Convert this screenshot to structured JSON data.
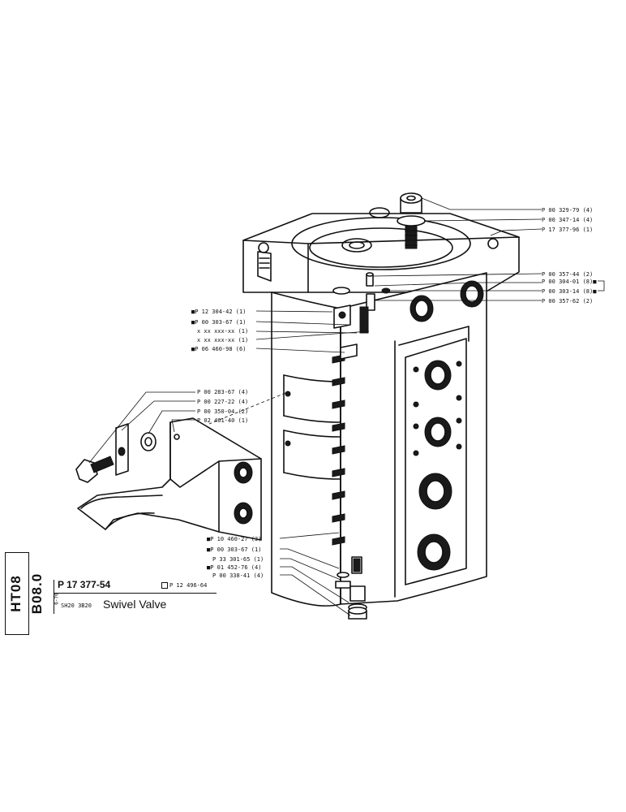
{
  "callouts": {
    "right": [
      "P 00 329-79 (4)",
      "P 00 347-14 (4)",
      "P 17 377-96 (1)",
      "P 00 357-44 (2)",
      "P 00 304-01 (8)■",
      "P 00 303-14 (8)■",
      "P 00 357-62 (2)"
    ],
    "left_upper": [
      "■P 12 304-42 (1)",
      "■P 00 303-67 (1)",
      "x xx xxx-xx (1)",
      "x xx xxx-xx (1)",
      "■P 06 460-98 (6)"
    ],
    "left_middle": [
      "P 00 283-67 (4)",
      "P 00 227-22 (4)",
      "P 00 350-04 (2)",
      "P 02 461-40 (1)"
    ],
    "left_lower": [
      "■P 10 460-27 (3)",
      "■P 00 303-67 (1)",
      "P 33 301-65 (1)",
      "■P 01 452-76 (4)",
      "P 00 338-41 (4)"
    ]
  },
  "title_block": {
    "drawing_code": "HT08 B08.0",
    "part_number": "P 17 377-54",
    "replaces": "P 12 496-64",
    "date": "6-76",
    "models": "SH20 3B20",
    "title": "Swivel Valve"
  },
  "colors": {
    "ink": "#111111",
    "paper": "#ffffff"
  }
}
